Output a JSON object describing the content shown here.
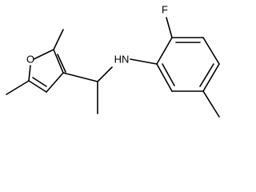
{
  "molecule": {
    "atoms": {
      "oxygen": "O",
      "nitrogen_h": "HN",
      "fluorine": "F"
    },
    "colors": {
      "bond": "#000000",
      "label": "#000000",
      "background": "#ffffff"
    }
  }
}
